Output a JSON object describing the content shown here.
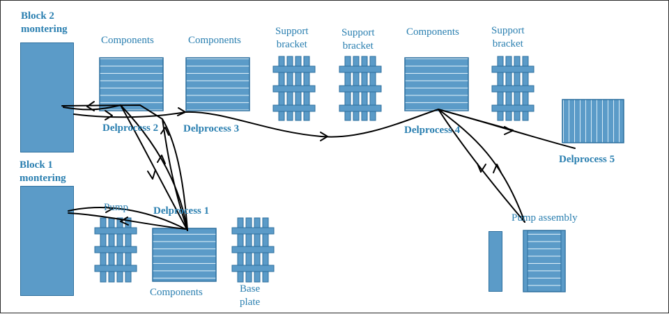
{
  "blocks": {
    "block2_line1": "Block 2",
    "block2_line2": "montering",
    "block1_line1": "Block 1",
    "block1_line2": "montering"
  },
  "labels": {
    "components": "Components",
    "support_line1": "Support",
    "support_line2": "bracket",
    "pump": "Pump",
    "pump_assembly": "Pump assembly",
    "base_line1": "Base",
    "base_line2": "plate"
  },
  "processes": {
    "p1": "Delprocess 1",
    "p2": "Delprocess 2",
    "p3": "Delprocess 3",
    "p4": "Delprocess 4",
    "p5": "Delprocess 5"
  },
  "colors": {
    "fill": "#5b9bc8",
    "stroke": "#2c6f9e",
    "text": "#2a7fb0",
    "flow": "#000000"
  }
}
